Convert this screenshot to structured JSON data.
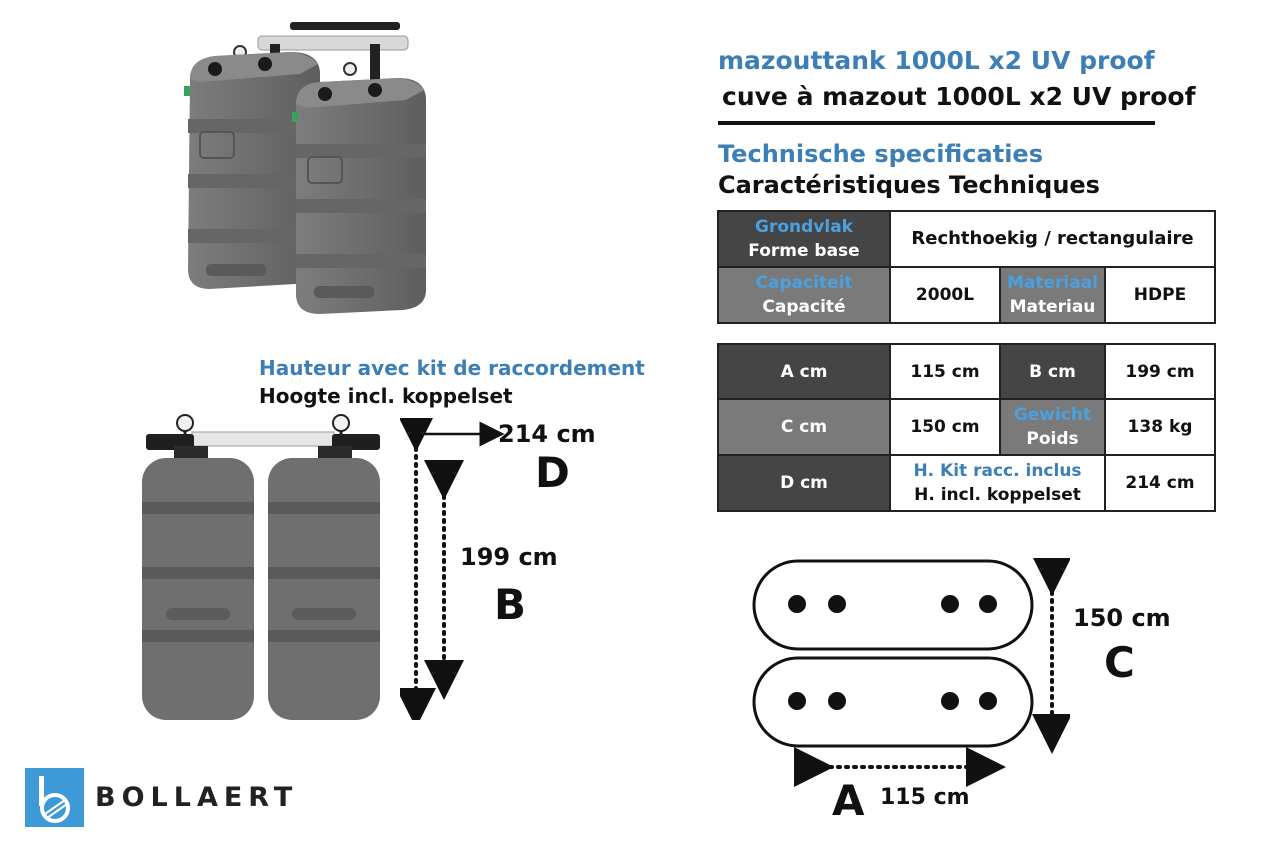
{
  "title": {
    "nl": "mazouttank 1000L x2  UV proof",
    "fr": "cuve à mazout 1000L x2 UV proof"
  },
  "specs_heading": {
    "nl": "Technische specificaties",
    "fr": "Caractéristiques Techniques"
  },
  "table1": {
    "base_label_nl": "Grondvlak",
    "base_label_fr": "Forme base",
    "base_value": "Rechthoekig / rectangulaire",
    "capacity_label_nl": "Capaciteit",
    "capacity_label_fr": "Capacité",
    "capacity_value": "2000L",
    "material_label_nl": "Materiaal",
    "material_label_fr": "Materiau",
    "material_value": "HDPE"
  },
  "table2": {
    "a_label": "A cm",
    "a_value": "115 cm",
    "b_label": "B cm",
    "b_value": "199 cm",
    "c_label": "C cm",
    "c_value": "150 cm",
    "weight_label_nl": "Gewicht",
    "weight_label_fr": "Poids",
    "weight_value": "138 kg",
    "d_label": "D cm",
    "kit_label_fr": "H. Kit racc. inclus",
    "kit_label_nl": "H. incl. koppelset",
    "d_value": "214 cm"
  },
  "height_heading": {
    "fr": "Hauteur avec kit de raccordement",
    "nl": "Hoogte incl. koppelset"
  },
  "dimensions": {
    "d_value": "214 cm",
    "d_letter": "D",
    "b_value": "199 cm",
    "b_letter": "B",
    "c_value": "150 cm",
    "c_letter": "C",
    "a_value": "115 cm",
    "a_letter": "A"
  },
  "brand": {
    "name": "BOLLAERT",
    "color": "#3d9ad6"
  },
  "colors": {
    "accent_blue": "#3d7fb5",
    "light_blue": "#4aa0e0",
    "dark_cell": "#454545",
    "mid_cell": "#7a7a7a",
    "tank_gray": "#6f6f6f"
  }
}
